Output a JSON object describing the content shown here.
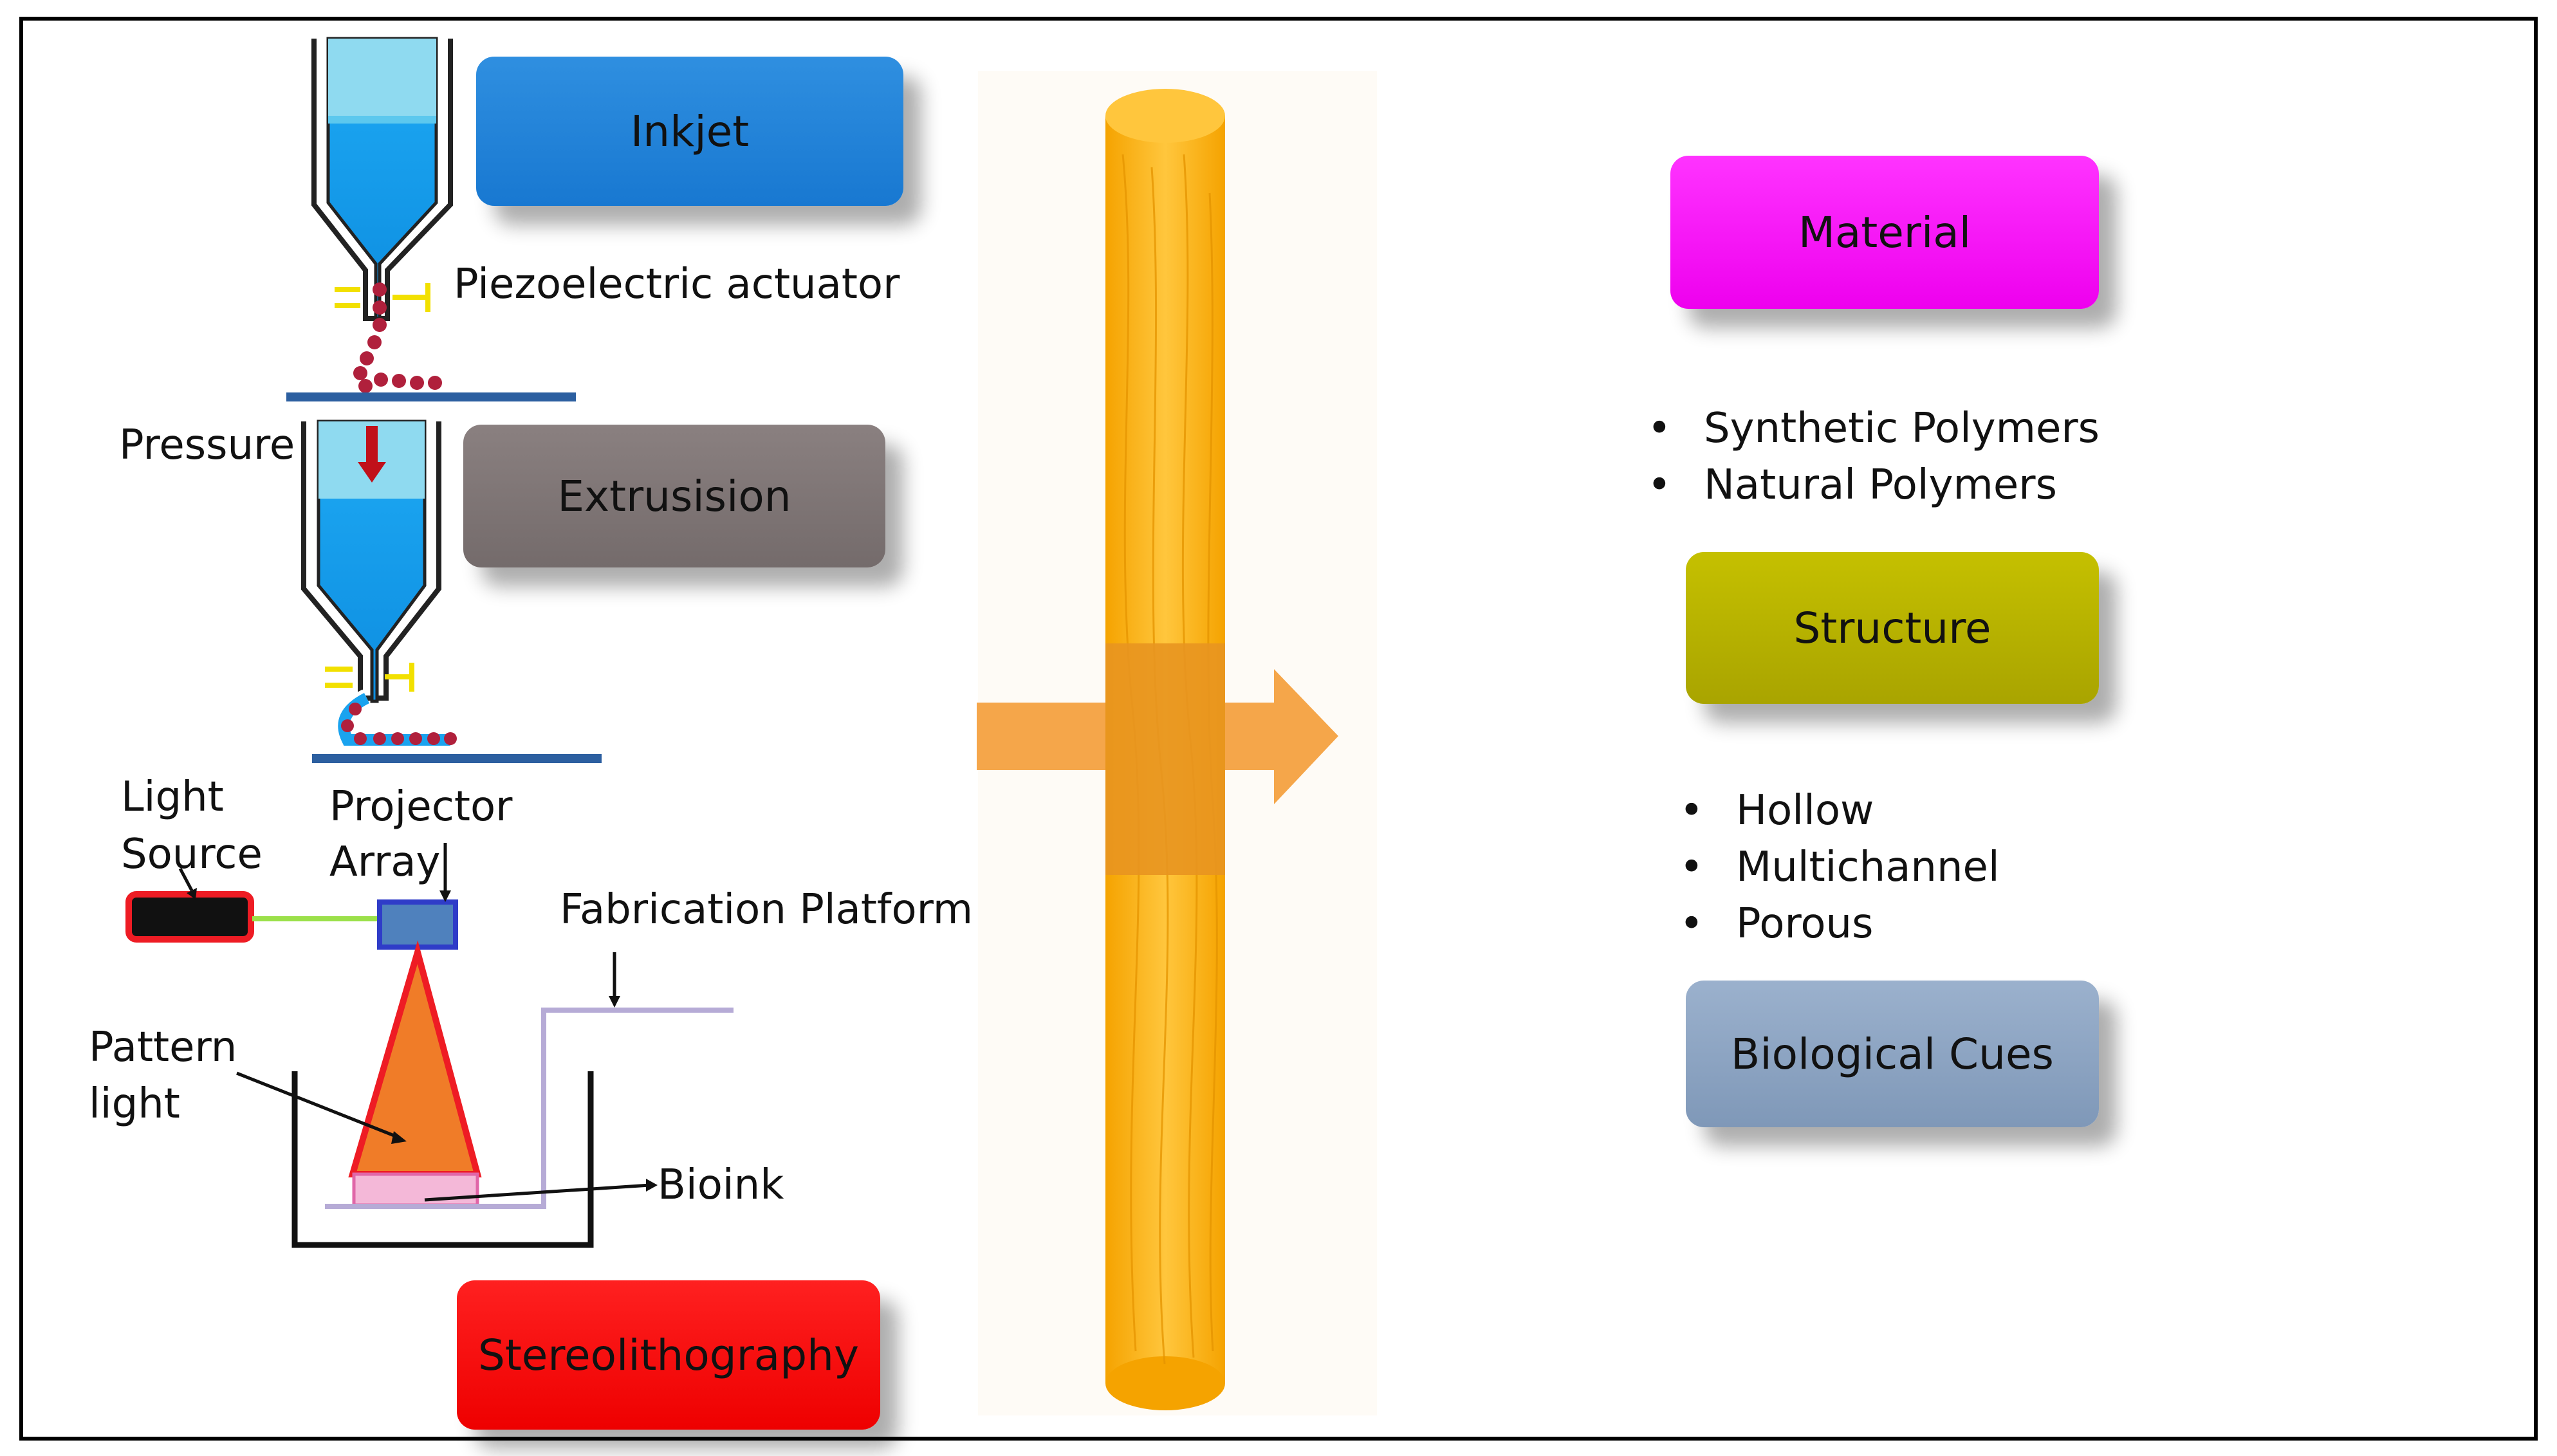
{
  "left_methods": {
    "inkjet": {
      "title": "Inkjet",
      "annotation": "Piezoelectric actuator"
    },
    "extrusion": {
      "title": "Extrusision",
      "annotation": "Pressure"
    },
    "stereolithography": {
      "title": "Stereolithography",
      "labels": {
        "light_source_line1": "Light",
        "light_source_line2": "Source",
        "projector_line1": "Projector",
        "projector_line2": "Array",
        "fabrication_platform": "Fabrication Platform",
        "pattern_line1": "Pattern",
        "pattern_line2": "light",
        "bioink": "Bioink"
      }
    }
  },
  "right_properties": {
    "material": {
      "title": "Material",
      "items": [
        "Synthetic Polymers",
        "Natural Polymers"
      ]
    },
    "structure": {
      "title": "Structure",
      "items": [
        "Hollow",
        "Multichannel",
        "Porous"
      ]
    },
    "biological_cues": {
      "title": "Biological Cues"
    }
  },
  "colors": {
    "inkjet": "#1878d1",
    "extrusion": "#746b6b",
    "stereolithography": "#ff1010",
    "material": "#ff1aff",
    "structure": "#b8b300",
    "biological_cues": "#8ca4c2",
    "conduit": "#ffb31a",
    "arrow": "#f5a64a",
    "fluid": "#1aa3ef",
    "droplet": "#c0203a"
  }
}
